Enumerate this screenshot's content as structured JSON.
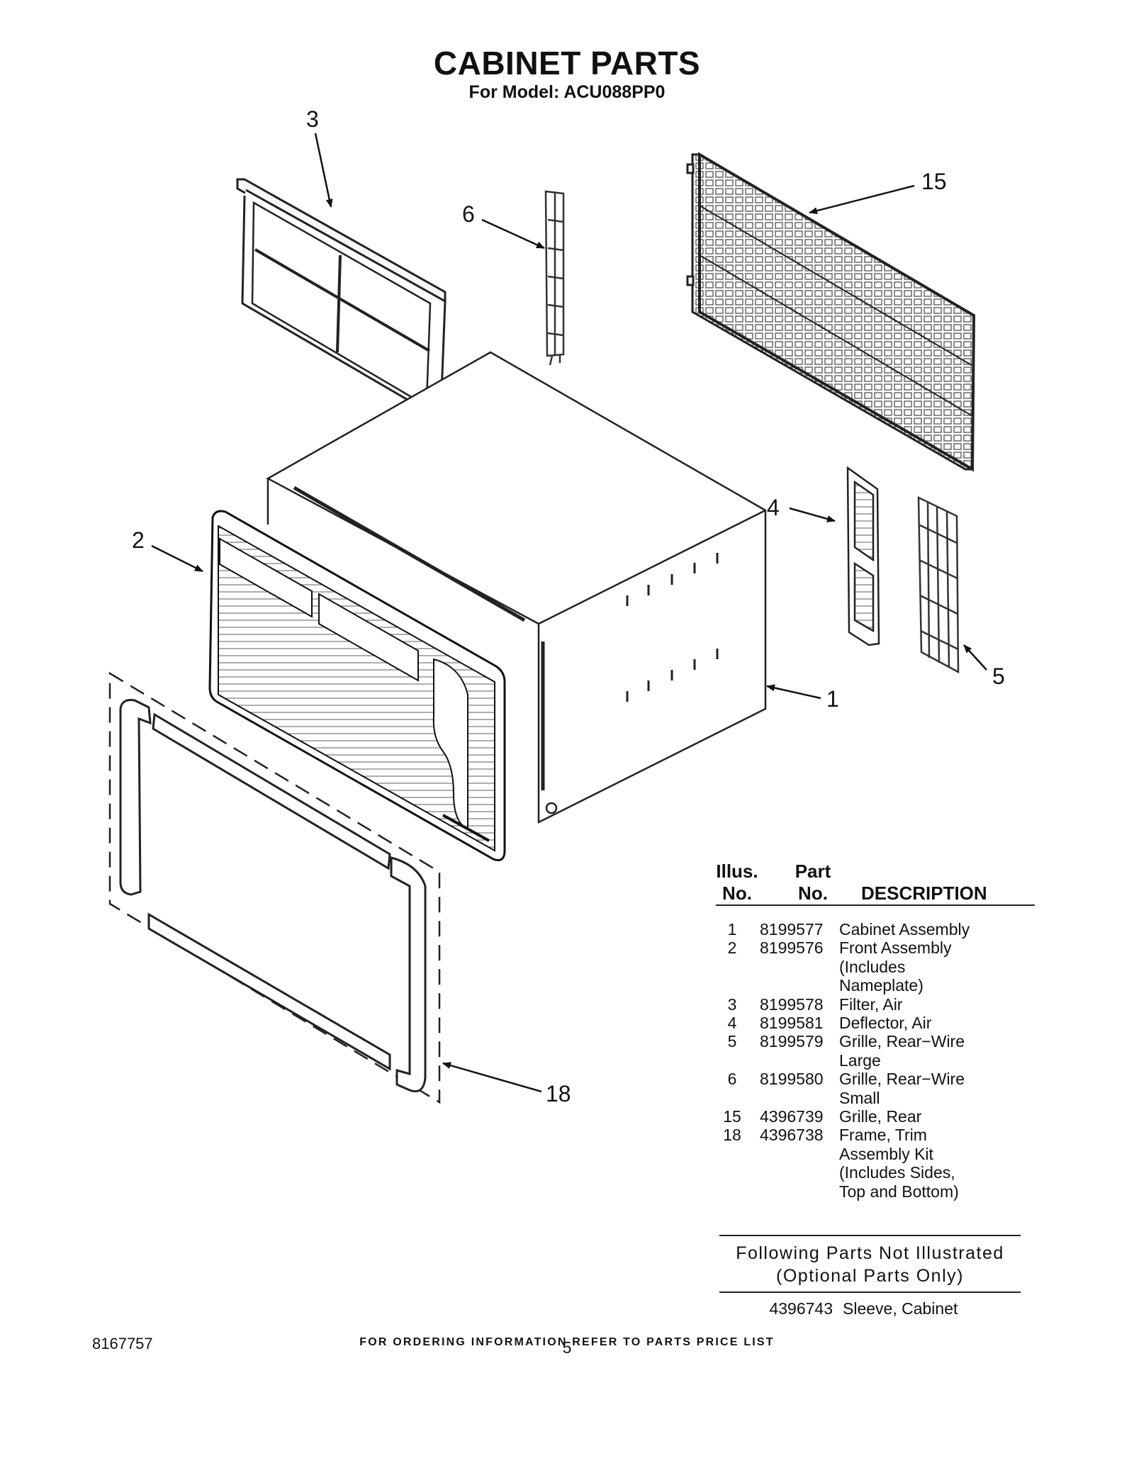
{
  "page": {
    "title": "CABINET PARTS",
    "subtitle": "For Model: ACU088PP0",
    "footer": "FOR ORDERING INFORMATION REFER TO PARTS PRICE LIST",
    "doc_number": "8167757",
    "page_number": "5"
  },
  "diagram": {
    "callouts": [
      "3",
      "6",
      "15",
      "2",
      "4",
      "5",
      "1",
      "18"
    ]
  },
  "table": {
    "headers": {
      "illus": [
        "Illus.",
        "No."
      ],
      "part": [
        "Part",
        "No."
      ],
      "description": "DESCRIPTION"
    },
    "rows": [
      {
        "illus": "1",
        "part": "8199577",
        "desc": [
          "Cabinet Assembly"
        ]
      },
      {
        "illus": "2",
        "part": "8199576",
        "desc": [
          "Front Assembly",
          "(Includes",
          "Nameplate)"
        ]
      },
      {
        "illus": "3",
        "part": "8199578",
        "desc": [
          "Filter, Air"
        ]
      },
      {
        "illus": "4",
        "part": "8199581",
        "desc": [
          "Deflector, Air"
        ]
      },
      {
        "illus": "5",
        "part": "8199579",
        "desc": [
          "Grille, Rear−Wire",
          "Large"
        ]
      },
      {
        "illus": "6",
        "part": "8199580",
        "desc": [
          "Grille, Rear−Wire",
          "Small"
        ]
      },
      {
        "illus": "15",
        "part": "4396739",
        "desc": [
          "Grille, Rear"
        ]
      },
      {
        "illus": "18",
        "part": "4396738",
        "desc": [
          "Frame, Trim",
          "Assembly Kit",
          "(Includes Sides,",
          "Top and Bottom)"
        ]
      }
    ]
  },
  "not_illustrated": {
    "title": [
      "Following Parts Not Illustrated",
      "(Optional Parts Only)"
    ],
    "rows": [
      {
        "part": "4396743",
        "desc": "Sleeve, Cabinet"
      }
    ]
  }
}
